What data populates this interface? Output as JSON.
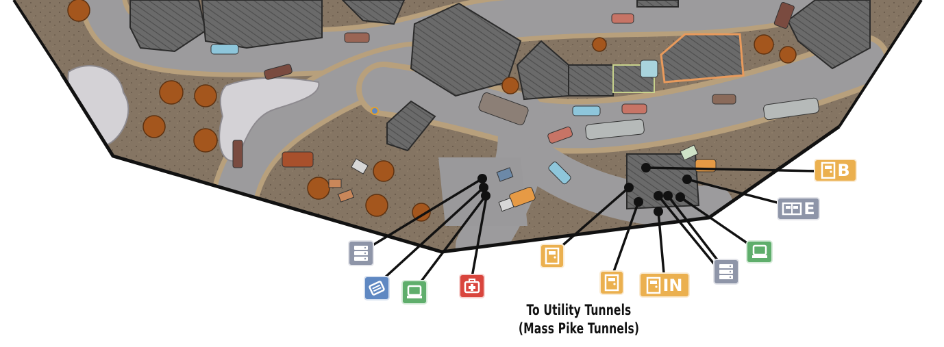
{
  "map": {
    "caption_line1": "To Utility Tunnels",
    "caption_line2": "(Mass Pike Tunnels)",
    "colors": {
      "ground": "#8a7b6b",
      "road": "#9b9a9c",
      "curb": "#b59d79",
      "roof": "#6b6b6b",
      "outer_edge": "#111111",
      "badge_orange": "#ebb04f",
      "badge_gray": "#8e95a8",
      "badge_blue": "#5f88c2",
      "badge_green": "#5fae6c",
      "badge_red": "#d9453d"
    },
    "markers": [
      {
        "id": "marker-door-b",
        "icon": "door-icon",
        "text": "B",
        "color": "orange"
      },
      {
        "id": "marker-terminal-e",
        "icon": "terminal-panel-icon",
        "text": "E",
        "color": "gray"
      },
      {
        "id": "marker-computer-east",
        "icon": "computer-icon",
        "text": "",
        "color": "green"
      },
      {
        "id": "marker-storage-east",
        "icon": "storage-icon",
        "text": "",
        "color": "gray"
      },
      {
        "id": "marker-door-in",
        "icon": "door-icon",
        "text": "IN",
        "color": "orange"
      },
      {
        "id": "marker-door-south",
        "icon": "door-icon",
        "text": "",
        "color": "orange"
      },
      {
        "id": "marker-door-west",
        "icon": "door-icon",
        "text": "",
        "color": "orange"
      },
      {
        "id": "marker-firstaid",
        "icon": "first-aid-icon",
        "text": "",
        "color": "red"
      },
      {
        "id": "marker-computer-west",
        "icon": "computer-icon",
        "text": "",
        "color": "green"
      },
      {
        "id": "marker-holotape",
        "icon": "holotape-icon",
        "text": "",
        "color": "blue"
      },
      {
        "id": "marker-storage-west",
        "icon": "storage-icon",
        "text": "",
        "color": "gray"
      }
    ]
  }
}
